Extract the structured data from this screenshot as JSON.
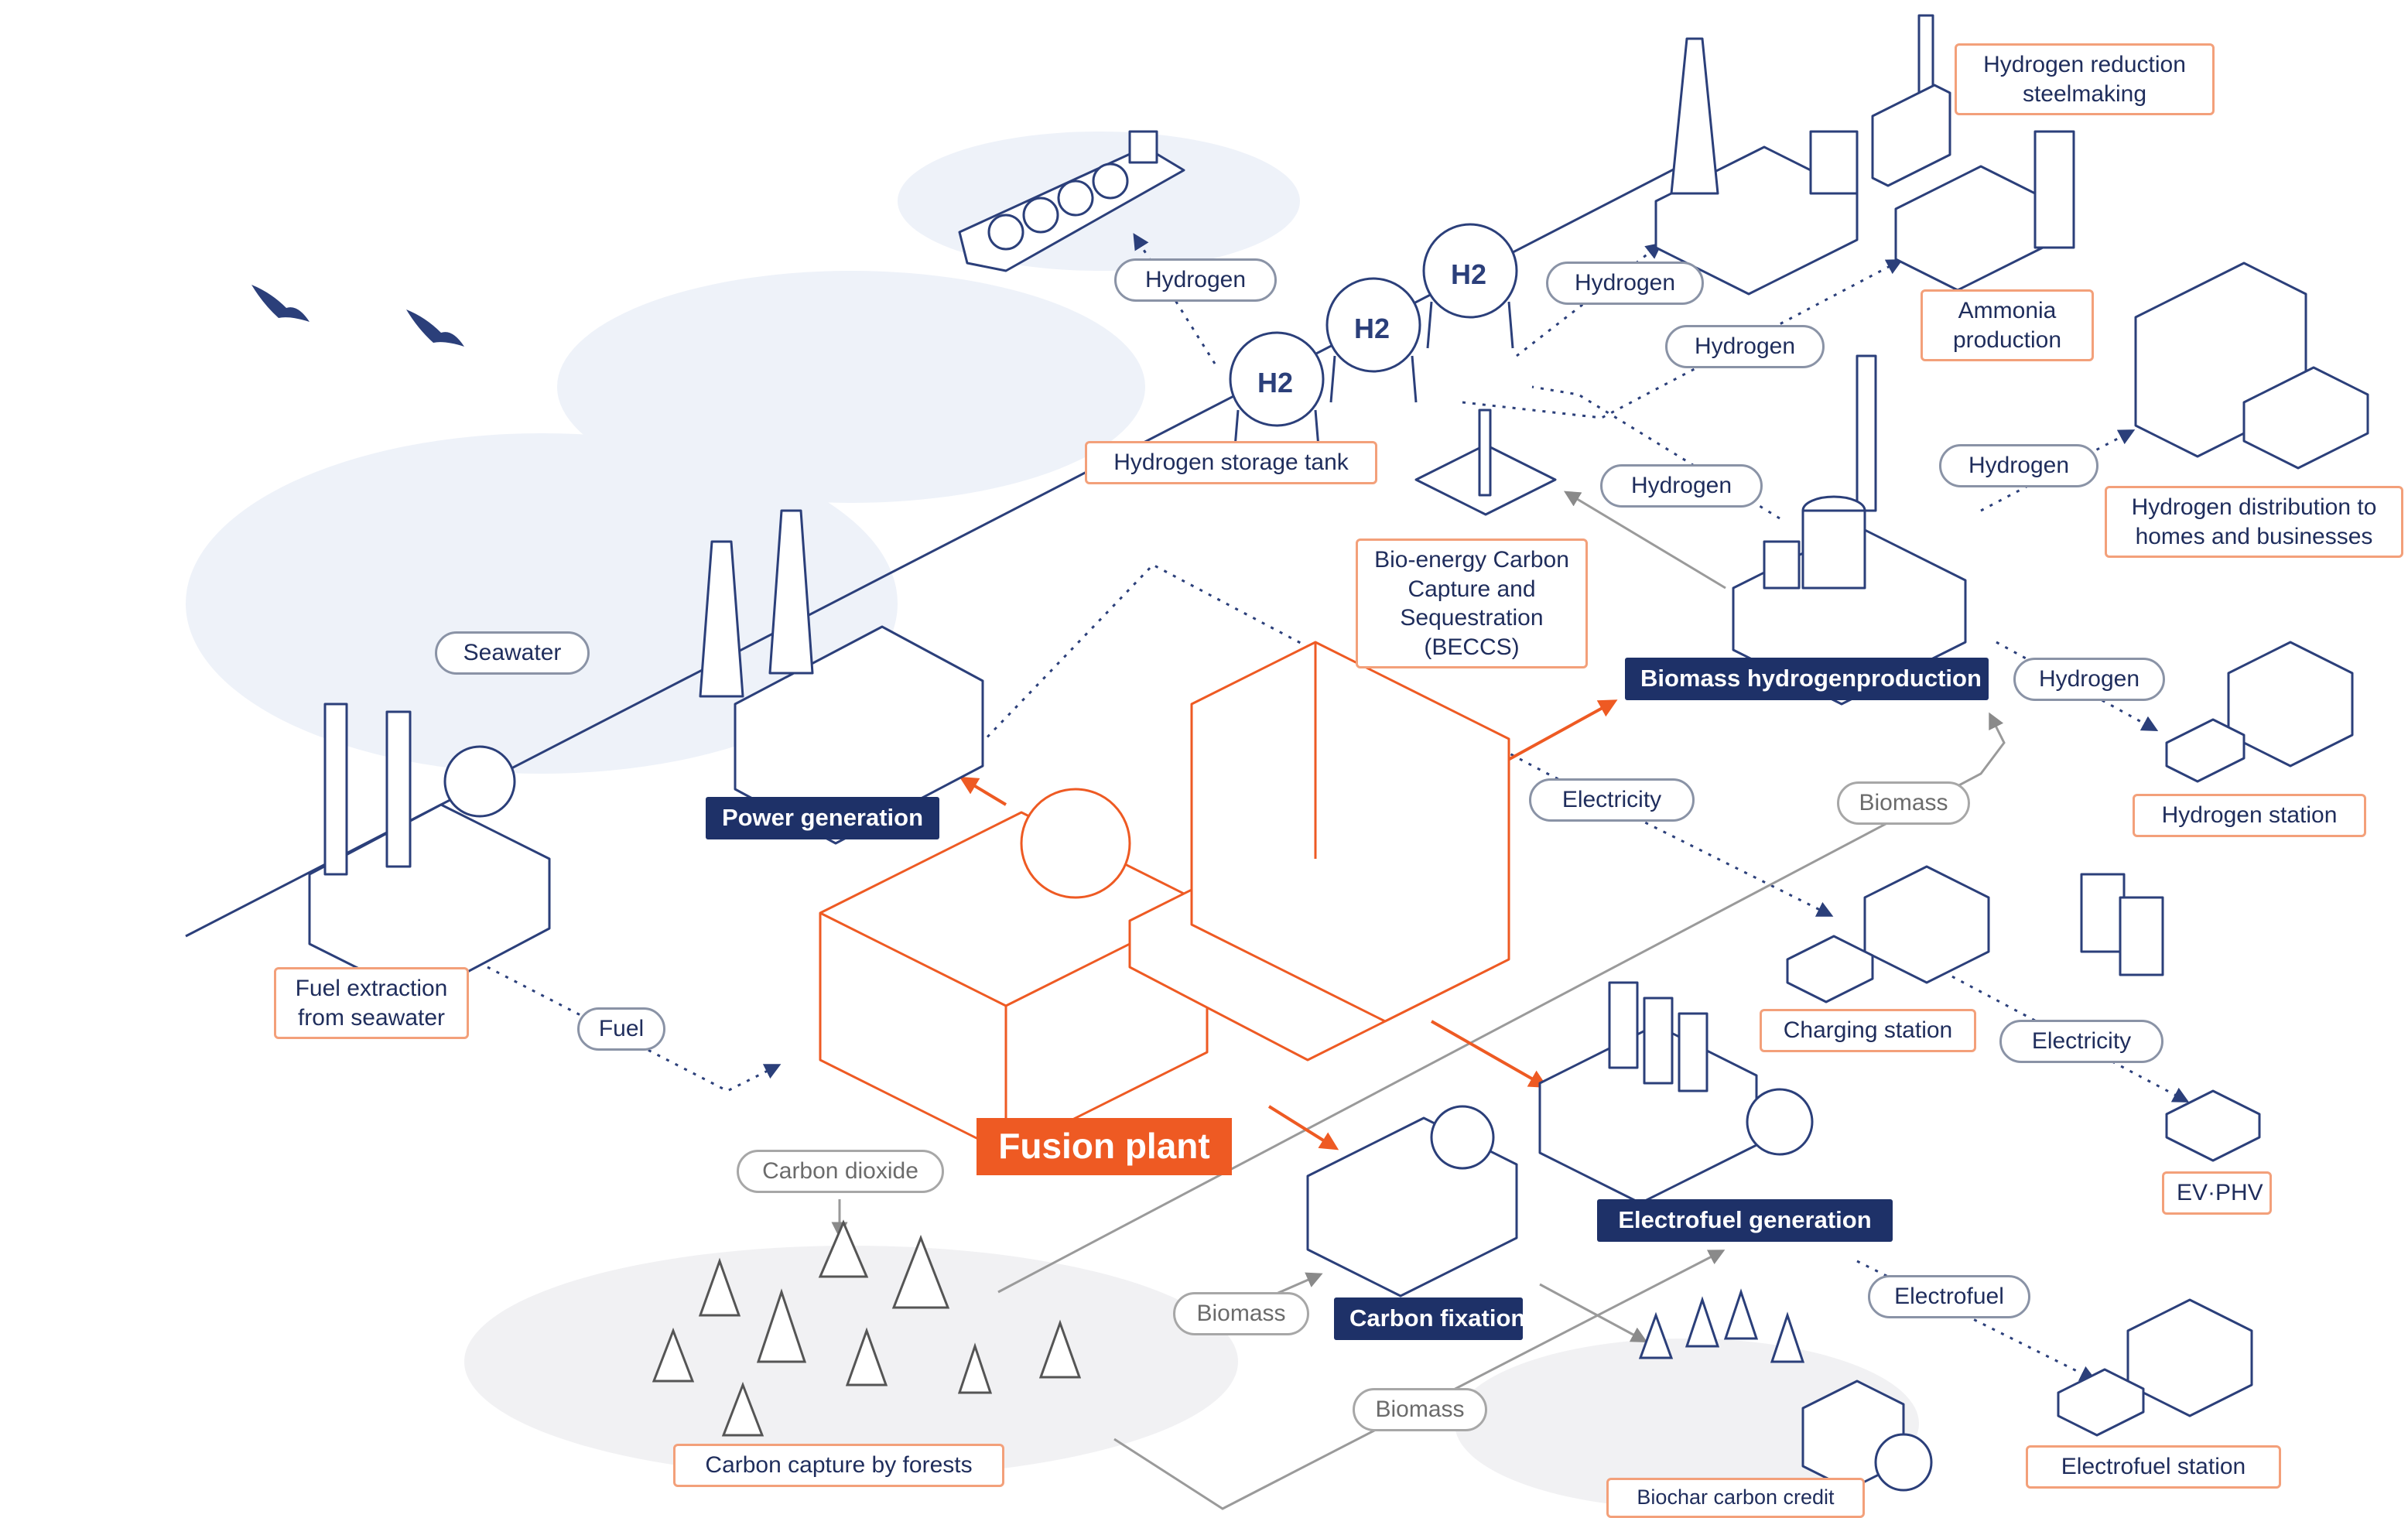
{
  "center": {
    "fusion_plant": "Fusion plant"
  },
  "facilities": {
    "power_generation": "Power generation",
    "biomass_hydrogen_production": "Biomass hydrogenproduction",
    "carbon_fixation": "Carbon fixation",
    "electrofuel_generation": "Electrofuel generation"
  },
  "destinations": {
    "hydrogen_reduction_steelmaking": "Hydrogen reduction\nsteelmaking",
    "ammonia_production": "Ammonia\nproduction",
    "hydrogen_distribution": "Hydrogen distribution to\nhomes and businesses",
    "hydrogen_storage_tank": "Hydrogen storage tank",
    "beccs": "Bio-energy Carbon\nCapture and\nSequestration\n(BECCS)",
    "fuel_extraction": "Fuel extraction\nfrom seawater",
    "hydrogen_station": "Hydrogen station",
    "charging_station": "Charging station",
    "ev_phv": "EV·PHV",
    "electrofuel_station": "Electrofuel station",
    "carbon_capture_forests": "Carbon capture by forests",
    "biochar_carbon_credit": "Biochar carbon credit"
  },
  "flows": {
    "hydrogen_ship": "Hydrogen",
    "hydrogen_steel": "Hydrogen",
    "hydrogen_ammonia": "Hydrogen",
    "hydrogen_beccs": "Hydrogen",
    "hydrogen_homes": "Hydrogen",
    "hydrogen_station": "Hydrogen",
    "seawater": "Seawater",
    "fuel": "Fuel",
    "electricity_main": "Electricity",
    "electricity_ev": "Electricity",
    "electrofuel": "Electrofuel",
    "biomass_right": "Biomass",
    "biomass_forest": "Biomass",
    "biomass_bottom": "Biomass",
    "carbon_dioxide": "Carbon dioxide"
  },
  "icons": {
    "h2_tank_label": "H2"
  },
  "colors": {
    "navy": "#1e3168",
    "orange": "#ee5a23",
    "light_orange": "#f3a07a",
    "line": "#2b3f7a",
    "grey": "#9a9a9a"
  }
}
